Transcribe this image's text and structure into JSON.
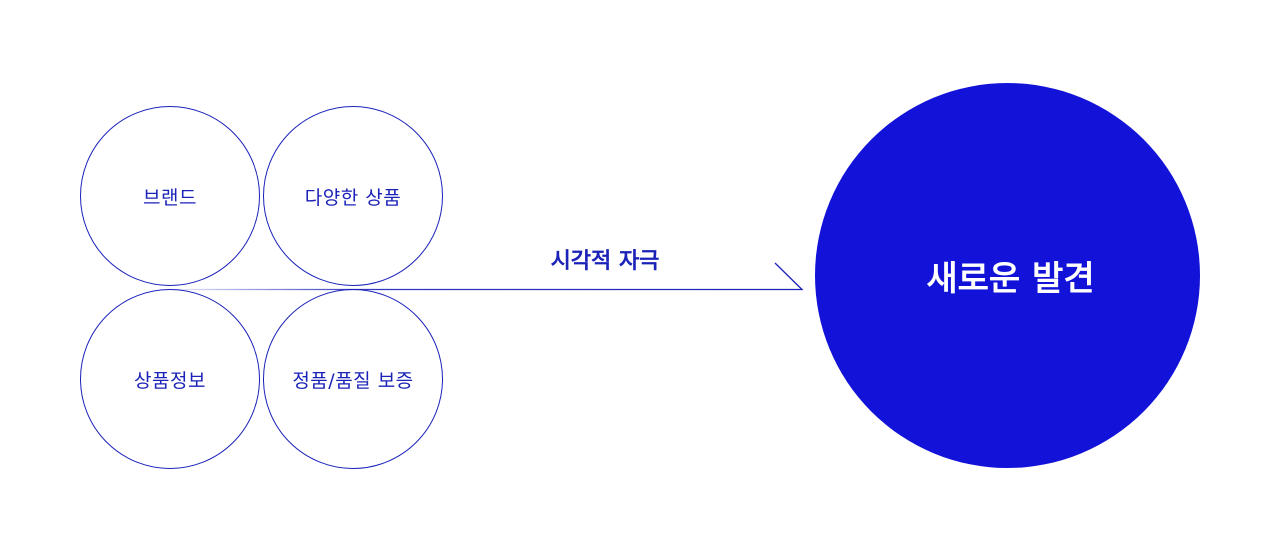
{
  "colors": {
    "accent": "#1a22b8",
    "result_fill": "#1212d9",
    "result_text": "#ffffff",
    "background": "#ffffff"
  },
  "inputs": [
    {
      "label": "브랜드"
    },
    {
      "label": "다양한 상품"
    },
    {
      "label": "상품정보"
    },
    {
      "label": "정품/품질 보증"
    }
  ],
  "arrow": {
    "label": "시각적 자극"
  },
  "result": {
    "label": "새로운 발견"
  }
}
